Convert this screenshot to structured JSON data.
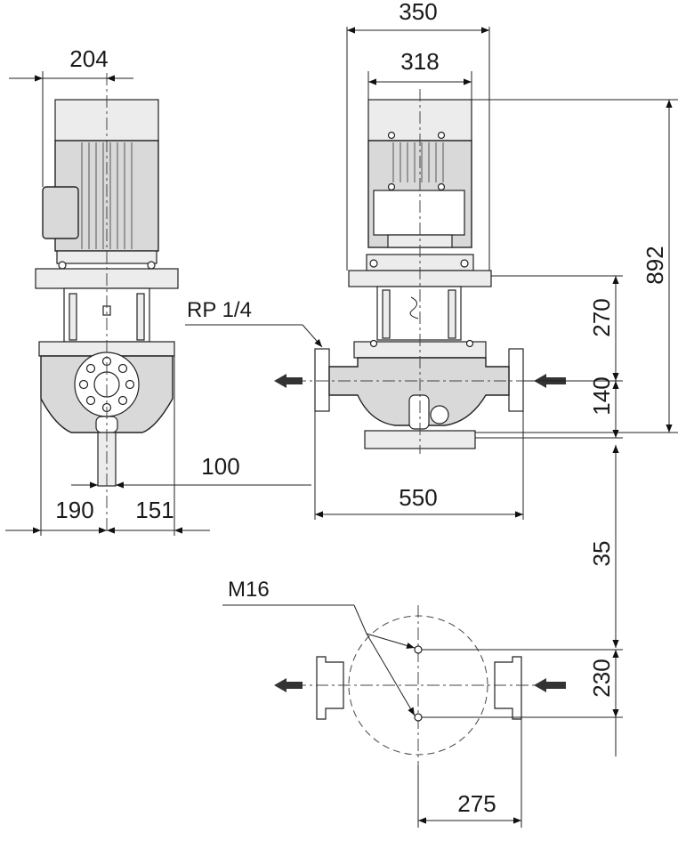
{
  "dimensions": {
    "motor_width_side": "204",
    "overall_width": "350",
    "motor_width": "318",
    "overall_height": "892",
    "height_270": "270",
    "height_140": "140",
    "offset_100": "100",
    "port_to_port": "550",
    "left_190": "190",
    "right_151": "151",
    "base_35": "35",
    "bolt_spacing_230": "230",
    "bolt_spacing_275": "275"
  },
  "labels": {
    "vent_port": "RP 1/4",
    "anchor_bolt": "M16"
  },
  "colors": {
    "line": "#222222",
    "fill": "#d9d9d9"
  }
}
